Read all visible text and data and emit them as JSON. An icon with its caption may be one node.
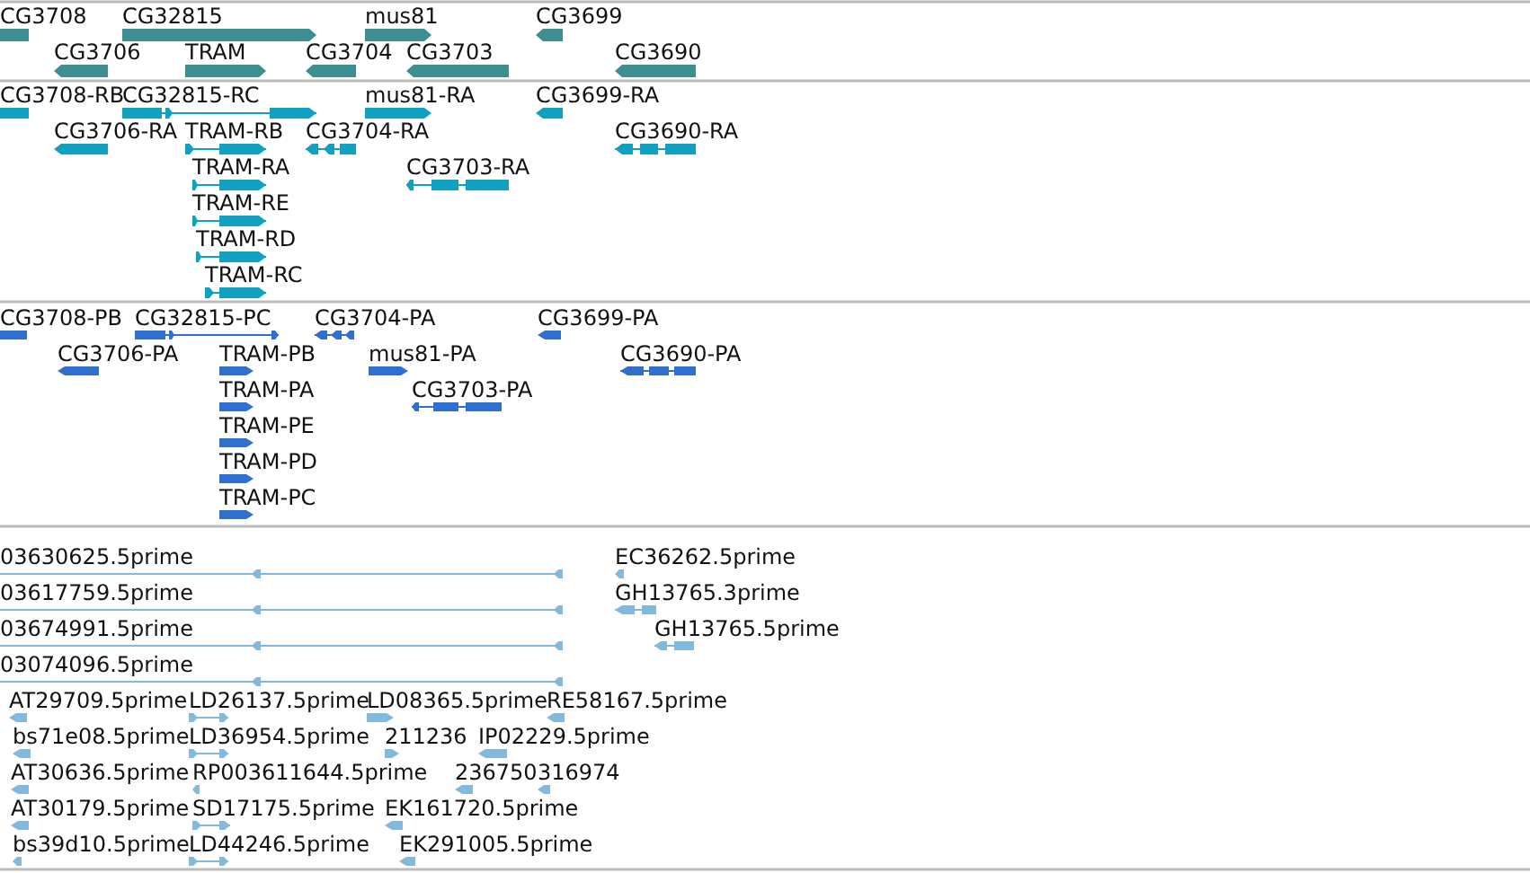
{
  "diagram": {
    "labels": [
      "CG3708",
      "CG32815",
      "mus81",
      "CG3699",
      "CG3706",
      "TRAM",
      "CG3704",
      "CG3703",
      "CG3690",
      "CG3708-RB",
      "CG32815-RC",
      "mus81-RA",
      "CG3699-RA",
      "CG3706-RA",
      "TRAM-RB",
      "CG3704-RA",
      "CG3690-RA",
      "TRAM-RA",
      "CG3703-RA",
      "TRAM-RE",
      "TRAM-RD",
      "TRAM-RC",
      "CG3708-PB",
      "CG32815-PC",
      "CG3704-PA",
      "CG3699-PA",
      "CG3706-PA",
      "TRAM-PB",
      "mus81-PA",
      "CG3690-PA",
      "TRAM-PA",
      "CG3703-PA",
      "TRAM-PE",
      "TRAM-PD",
      "TRAM-PC",
      "03630625.5prime",
      "EC36262.5prime",
      "03617759.5prime",
      "GH13765.3prime",
      "03674991.5prime",
      "GH13765.5prime",
      "03074096.5prime",
      "AT29709.5prime",
      "LD26137.5prime",
      "LD08365.5prime",
      "RE58167.5prime",
      "bs71e08.5prime",
      "LD36954.5prime",
      "211236",
      "IP02229.5prime",
      "AT30636.5prime",
      "RP003611644.5prime",
      "236750",
      "316974",
      "AT30179.5prime",
      "SD17175.5prime",
      "EK161720.5prime",
      "bs39d10.5prime",
      "LD44246.5prime",
      "EK291005.5prime"
    ]
  }
}
